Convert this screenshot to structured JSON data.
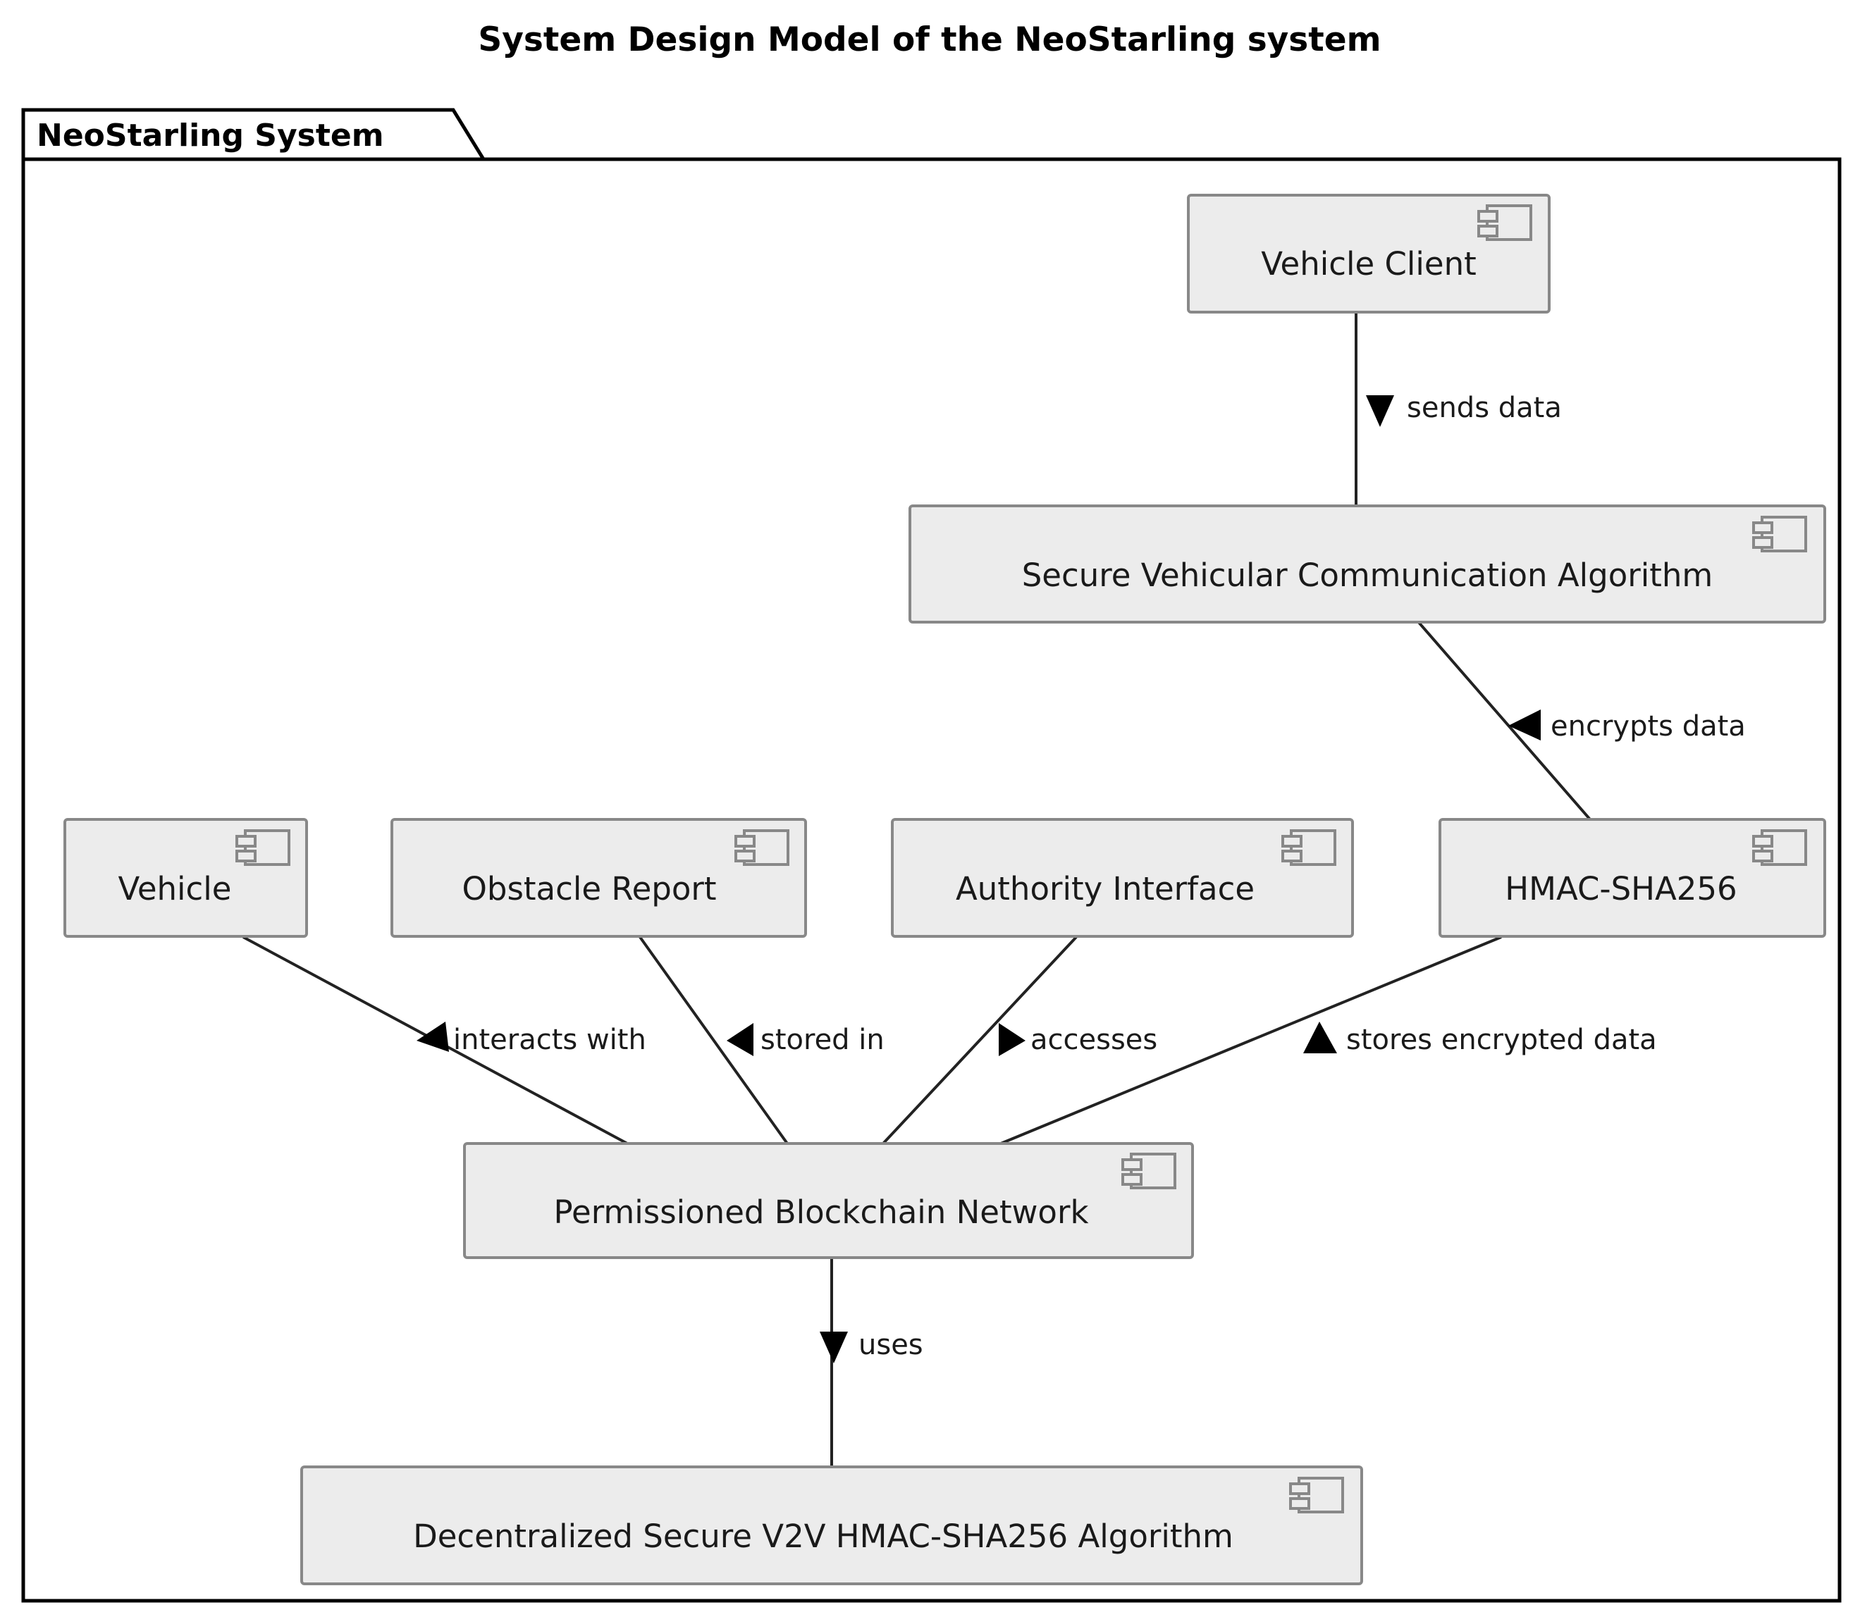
{
  "title": "System Design Model of the NeoStarling system",
  "package": {
    "name": "NeoStarling System"
  },
  "components": [
    {
      "id": "vehicle_client",
      "label": "Vehicle Client",
      "icon": "uml-component-icon"
    },
    {
      "id": "svca",
      "label": "Secure Vehicular Communication Algorithm",
      "icon": "uml-component-icon"
    },
    {
      "id": "vehicle",
      "label": "Vehicle",
      "icon": "uml-component-icon"
    },
    {
      "id": "obstacle_report",
      "label": "Obstacle Report",
      "icon": "uml-component-icon"
    },
    {
      "id": "authority_interface",
      "label": "Authority Interface",
      "icon": "uml-component-icon"
    },
    {
      "id": "hmac_sha256",
      "label": "HMAC-SHA256",
      "icon": "uml-component-icon"
    },
    {
      "id": "blockchain",
      "label": "Permissioned Blockchain Network",
      "icon": "uml-component-icon"
    },
    {
      "id": "dsv2v",
      "label": "Decentralized Secure V2V HMAC-SHA256 Algorithm",
      "icon": "uml-component-icon"
    }
  ],
  "relations": [
    {
      "id": "r1",
      "label": "sends data",
      "from": "vehicle_client",
      "to": "svca",
      "arrow": "down"
    },
    {
      "id": "r2",
      "label": "encrypts data",
      "from": "svca",
      "to": "hmac_sha256",
      "arrow": "down-left"
    },
    {
      "id": "r3",
      "label": "interacts with",
      "from": "vehicle",
      "to": "blockchain",
      "arrow": "down-left"
    },
    {
      "id": "r4",
      "label": "stored in",
      "from": "obstacle_report",
      "to": "blockchain",
      "arrow": "down-left"
    },
    {
      "id": "r5",
      "label": "accesses",
      "from": "authority_interface",
      "to": "blockchain",
      "arrow": "down-right"
    },
    {
      "id": "r6",
      "label": "stores encrypted data",
      "from": "hmac_sha256",
      "to": "blockchain",
      "arrow": "up-left"
    },
    {
      "id": "r7",
      "label": "uses",
      "from": "blockchain",
      "to": "dsv2v",
      "arrow": "down"
    }
  ],
  "colors": {
    "component_fill": "#ECECEC",
    "component_border": "#888888",
    "frame_border": "#000000",
    "text": "#1a1a1a",
    "background": "#ffffff"
  }
}
